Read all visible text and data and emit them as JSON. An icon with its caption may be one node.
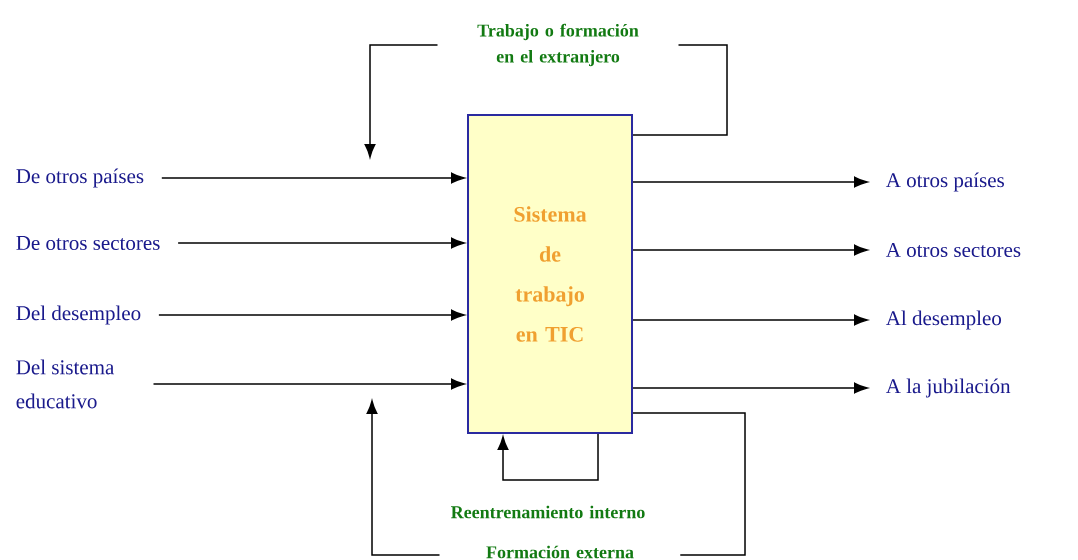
{
  "diagram": {
    "nodes": [
      {
        "text": [
          "Sistema de trabajo en TIC"
        ]
      },
      {
        "text": [
          "De otros países"
        ]
      },
      {
        "text": [
          "De otros sectores"
        ]
      },
      {
        "text": [
          "Del desempleo"
        ]
      },
      {
        "text": [
          "Del sistema educativo"
        ]
      },
      {
        "text": [
          "A otros países"
        ]
      },
      {
        "text": [
          "A otros sectores"
        ]
      },
      {
        "text": [
          "Al desempleo"
        ]
      },
      {
        "text": [
          "A la jubilación"
        ]
      }
    ],
    "edges": [
      {
        "from": 1,
        "to": 0,
        "arrow": "to"
      },
      {
        "from": 2,
        "to": 0,
        "arrow": "to"
      },
      {
        "from": 3,
        "to": 0,
        "arrow": "to"
      },
      {
        "from": 4,
        "to": 0,
        "arrow": "to"
      },
      {
        "from": 0,
        "to": 5,
        "arrow": "to"
      },
      {
        "from": 0,
        "to": 6,
        "arrow": "to"
      },
      {
        "from": 0,
        "to": 7,
        "arrow": "to"
      },
      {
        "from": 0,
        "to": 8,
        "arrow": "to"
      },
      {
        "from": 0,
        "to": null,
        "arrow": "to",
        "label": "Trabajo o formación en el extranjero"
      },
      {
        "from": 0,
        "to": 0,
        "arrow": "to",
        "label": "Reentrenamiento interno"
      },
      {
        "from": 0,
        "to": null,
        "arrow": "to",
        "label": "Formación externa"
      }
    ]
  }
}
